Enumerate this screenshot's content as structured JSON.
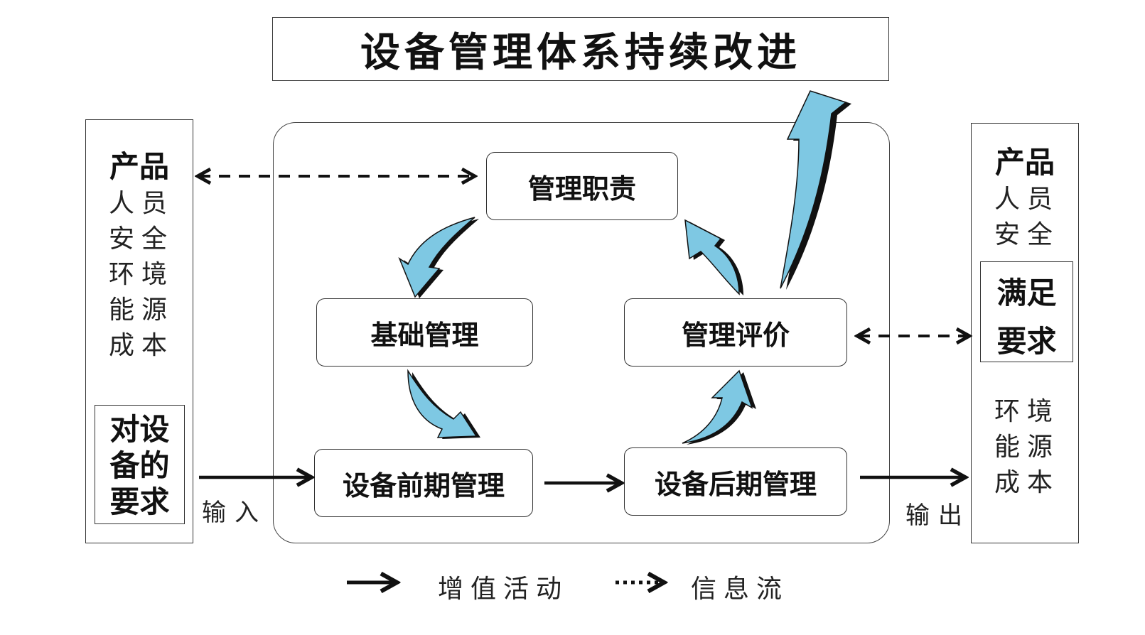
{
  "title": "设备管理体系持续改进",
  "left_panel": {
    "heading": "产品",
    "items": [
      "人员",
      "安全",
      "环境",
      "能源",
      "成本"
    ],
    "requirement_lines": [
      "对设",
      "备的",
      "要求"
    ]
  },
  "right_panel": {
    "heading": "产品",
    "items_top": [
      "人员",
      "安全"
    ],
    "satisfy_lines": [
      "满足",
      "要求"
    ],
    "items_bottom": [
      "环境",
      "能源",
      "成本"
    ]
  },
  "nodes": {
    "responsibility": "管理职责",
    "basic": "基础管理",
    "evaluation": "管理评价",
    "early": "设备前期管理",
    "late": "设备后期管理"
  },
  "labels": {
    "input": "输入",
    "output": "输出"
  },
  "legend": {
    "value_activity": "增值活动",
    "info_flow": "信息流"
  },
  "colors": {
    "curved_arrow_fill": "#7ec8e3",
    "line": "#111111"
  }
}
